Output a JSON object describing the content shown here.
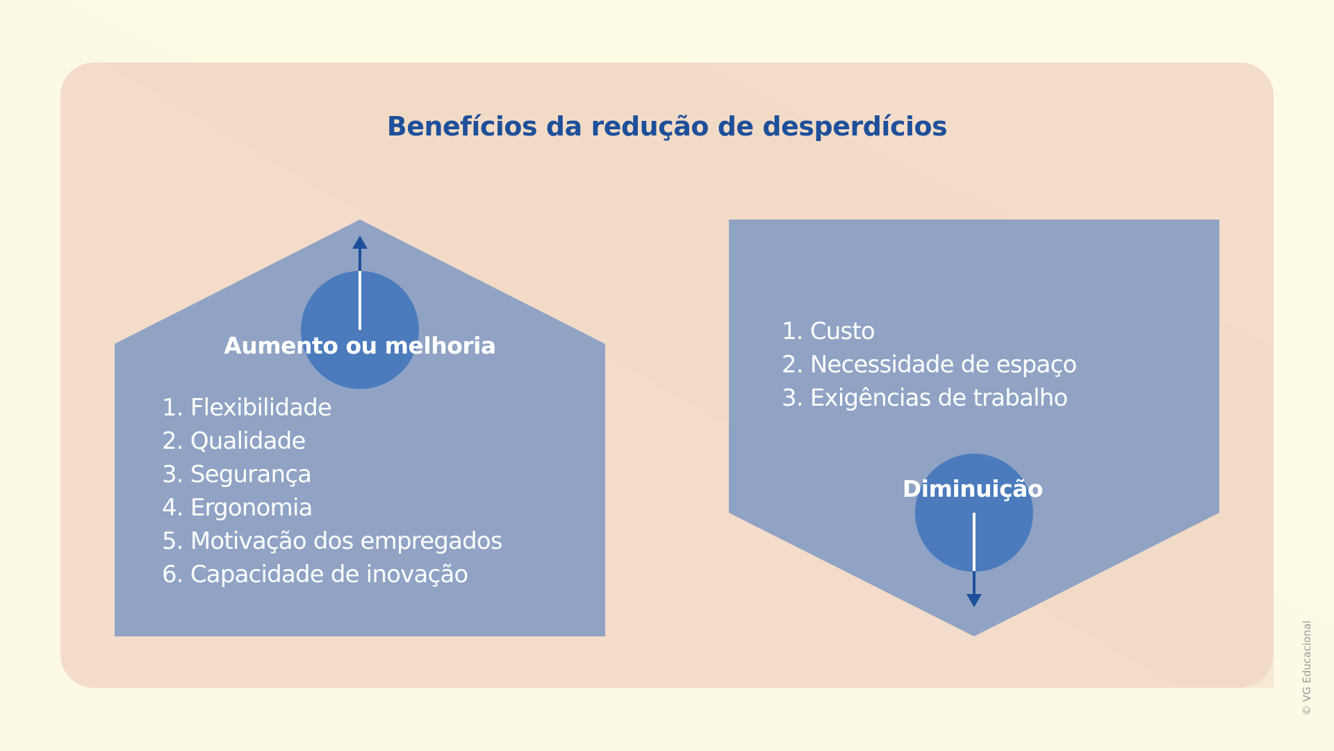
{
  "title": "Benefícios da redução de desperdícios",
  "left_panel": {
    "label": "Aumento ou melhoria",
    "direction": "up",
    "items": [
      "1. Flexibilidade",
      "2. Qualidade",
      "3. Segurança",
      "4. Ergonomia",
      "5. Motivação dos empregados",
      "6. Capacidade de inovação"
    ]
  },
  "right_panel": {
    "label": "Diminuição",
    "direction": "down",
    "items": [
      "1. Custo",
      "2. Necessidade de espaço",
      "3. Exigências de trabalho"
    ]
  },
  "credit": "© VG Educacional",
  "colors": {
    "page_background": "#fdfbe4",
    "card_background": "#f3dcc9",
    "panel": "#90a3c4",
    "circle": "#4b7bbd",
    "arrow": "#1e4f9a",
    "title": "#1e4f9a"
  }
}
